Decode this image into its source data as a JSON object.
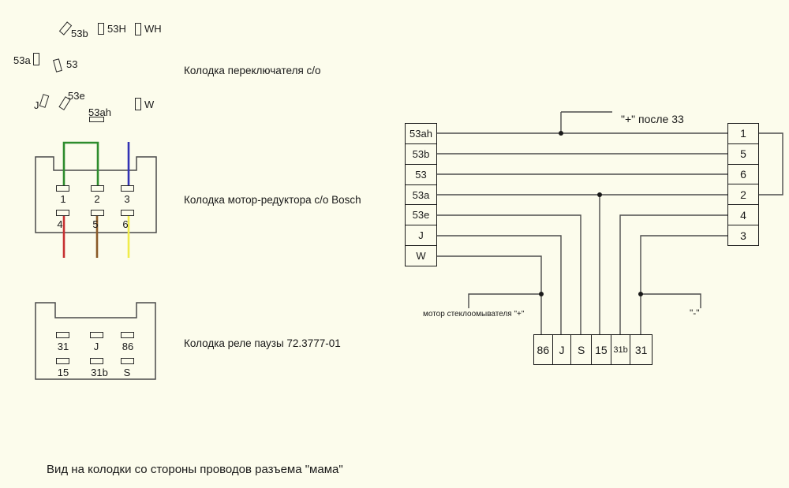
{
  "background": "#fcfcec",
  "captions": {
    "switch_connector": "Колодка переключателя с/о",
    "motor_connector": "Колодка мотор-редуктора с/о  Bosch",
    "relay_connector": "Колодка реле паузы 72.3777-01",
    "footer": "Вид на колодки со стороны проводов разъема \"мама\""
  },
  "switch_pin_symbols": [
    {
      "label": "53b"
    },
    {
      "label": "53H"
    },
    {
      "label": "WH"
    },
    {
      "label": "53a"
    },
    {
      "label": "53"
    },
    {
      "label": "J"
    },
    {
      "label": "53e"
    },
    {
      "label": "53ah"
    },
    {
      "label": "W"
    }
  ],
  "motor_connector": {
    "top_pins": [
      "1",
      "2",
      "3"
    ],
    "bottom_pins": [
      "4",
      "5",
      "6"
    ],
    "wire_colors": {
      "jumper_1_2_green": "#2d8c2d",
      "pin3_blue": "#3232b4",
      "pin4_red": "#c63031",
      "pin5_brown": "#8a5a28",
      "pin6_yellow": "#f0ec4a"
    }
  },
  "relay_connector": {
    "top_pins": [
      "31",
      "J",
      "86"
    ],
    "bottom_pins": [
      "15",
      "31b",
      "S"
    ]
  },
  "harness_diagram": {
    "left_column": [
      "53ah",
      "53b",
      "53",
      "53a",
      "53e",
      "J",
      "W"
    ],
    "right_column": [
      "1",
      "5",
      "6",
      "2",
      "4",
      "3"
    ],
    "bottom_row": [
      "86",
      "J",
      "S",
      "15",
      "31b",
      "31"
    ],
    "annotations": {
      "plus_after_ignition": "\"+\" после 33",
      "washer_motor_plus": "мотор стеклоомывателя \"+\"",
      "minus": "\"-\""
    },
    "connections": [
      "53ah — 1, отвод: \"+\" после 33",
      "53b — 5",
      "53 — 6",
      "53a — 2, отвод вниз на 15",
      "53e — S",
      "J — J",
      "W — 86, отвод: мотор стеклоомывателя \"+\"",
      "4 — 31b",
      "3 — 31, отвод: \"-\"",
      "1 — 2 (перемычка справа)"
    ],
    "line_color": "#4d4d4d"
  }
}
